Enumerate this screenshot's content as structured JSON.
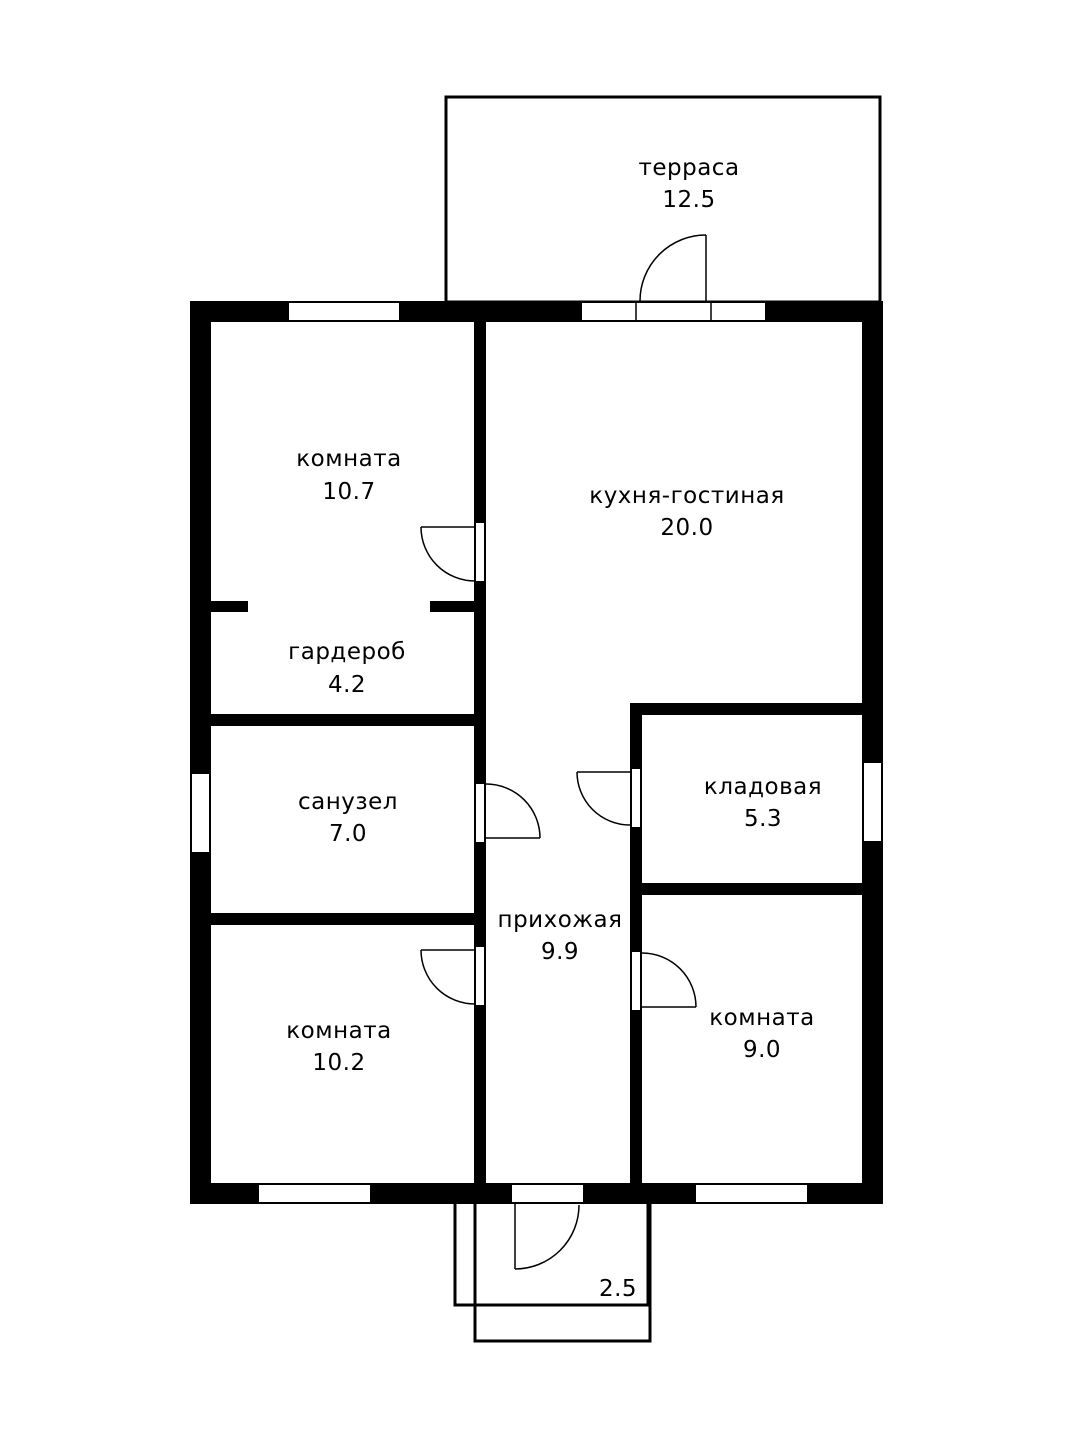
{
  "rooms": {
    "terrace": {
      "name": "терраса",
      "area": "12.5"
    },
    "room_top": {
      "name": "комната",
      "area": "10.7"
    },
    "kitchen": {
      "name": "кухня-гостиная",
      "area": "20.0"
    },
    "wardrobe": {
      "name": "гардероб",
      "area": "4.2"
    },
    "pantry": {
      "name": "кладовая",
      "area": "5.3"
    },
    "bathroom": {
      "name": "санузел",
      "area": "7.0"
    },
    "hall": {
      "name": "прихожая",
      "area": "9.9"
    },
    "room_bottom_left": {
      "name": "комната",
      "area": "10.2"
    },
    "room_bottom_right": {
      "name": "комната",
      "area": "9.0"
    },
    "porch": {
      "area": "2.5"
    }
  }
}
